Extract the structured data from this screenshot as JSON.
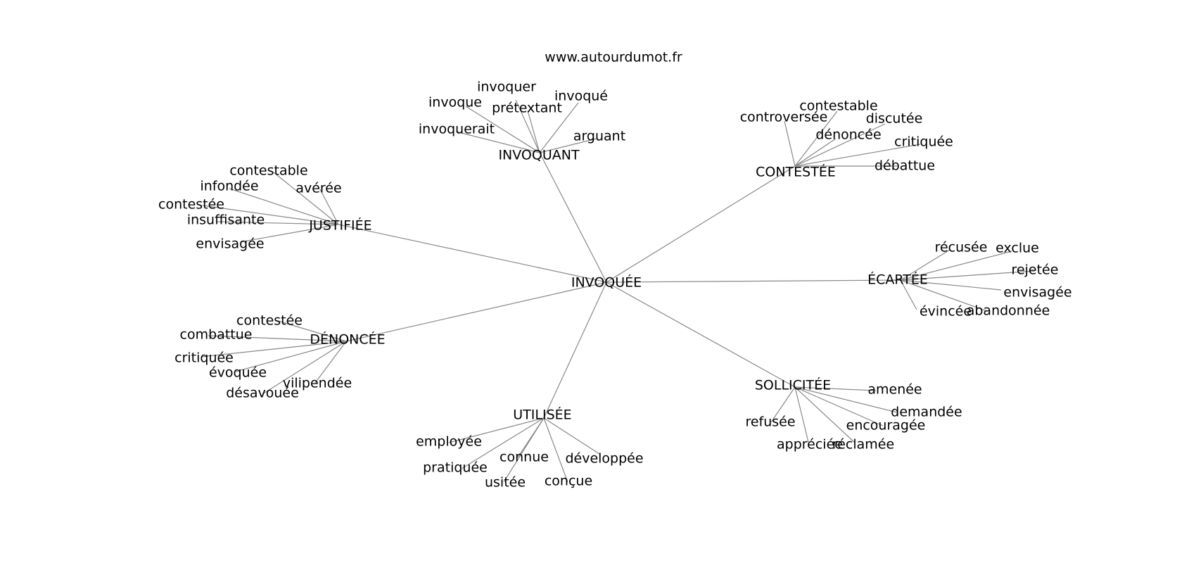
{
  "source_label": "www.autourdumot.fr",
  "center": "INVOQUÉE",
  "branches": [
    {
      "label": "INVOQUANT",
      "words": [
        "invoquer",
        "invoqué",
        "invoque",
        "prétextant",
        "invoquerait",
        "arguant"
      ]
    },
    {
      "label": "CONTESTÉE",
      "words": [
        "contestable",
        "controversée",
        "discutée",
        "dénoncée",
        "critiquée",
        "débattue"
      ]
    },
    {
      "label": "JUSTIFIÉE",
      "words": [
        "contestable",
        "infondée",
        "avérée",
        "contestée",
        "insuffisante",
        "envisagée"
      ]
    },
    {
      "label": "ÉCARTÉE",
      "words": [
        "récusée",
        "exclue",
        "rejetée",
        "envisagée",
        "évincée",
        "abandonnée"
      ]
    },
    {
      "label": "DÉNONCÉE",
      "words": [
        "contestée",
        "combattue",
        "critiquée",
        "évoquée",
        "vilipendée",
        "désavouée"
      ]
    },
    {
      "label": "SOLLICITÉE",
      "words": [
        "amenée",
        "demandée",
        "refusée",
        "encouragée",
        "appréciée",
        "réclamée"
      ]
    },
    {
      "label": "UTILISÉE",
      "words": [
        "employée",
        "pratiquée",
        "connue",
        "développée",
        "usitée",
        "conçue"
      ]
    }
  ]
}
